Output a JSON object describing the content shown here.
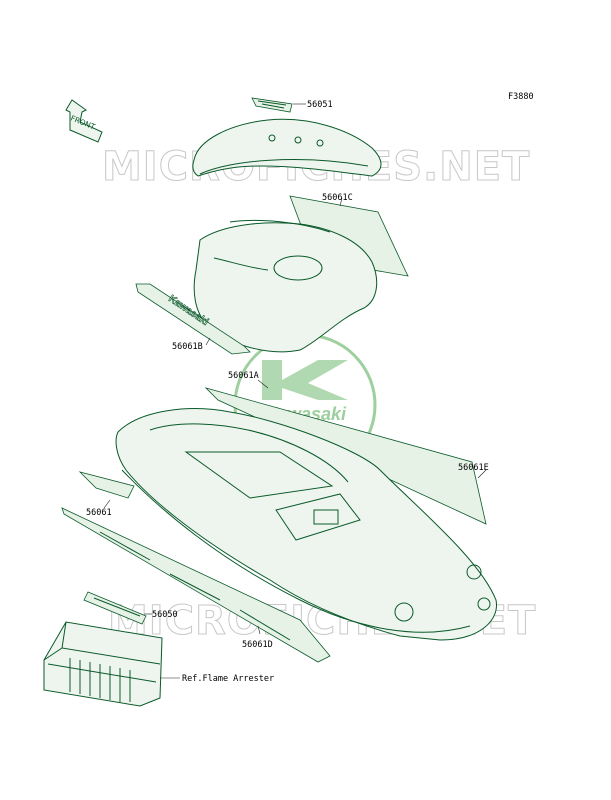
{
  "diagram": {
    "figure_code": "F3880",
    "watermark_text": "MICROFICHES.NET",
    "logo_text": "Kawasaki",
    "front_arrow_text": "FRONT",
    "colors": {
      "line": "#0a5a2a",
      "logo": "#7dbf7d",
      "watermark": "#c8c8c8",
      "label": "#000000"
    },
    "labels": {
      "p56051": "56051",
      "p56061C": "56061C",
      "p56061B": "56061B",
      "p56061A": "56061A",
      "p56061E": "56061E",
      "p56061": "56061",
      "p56050": "56050",
      "p56061D": "56061D",
      "ref_flame_arrester": "Ref.Flame Arrester"
    }
  }
}
